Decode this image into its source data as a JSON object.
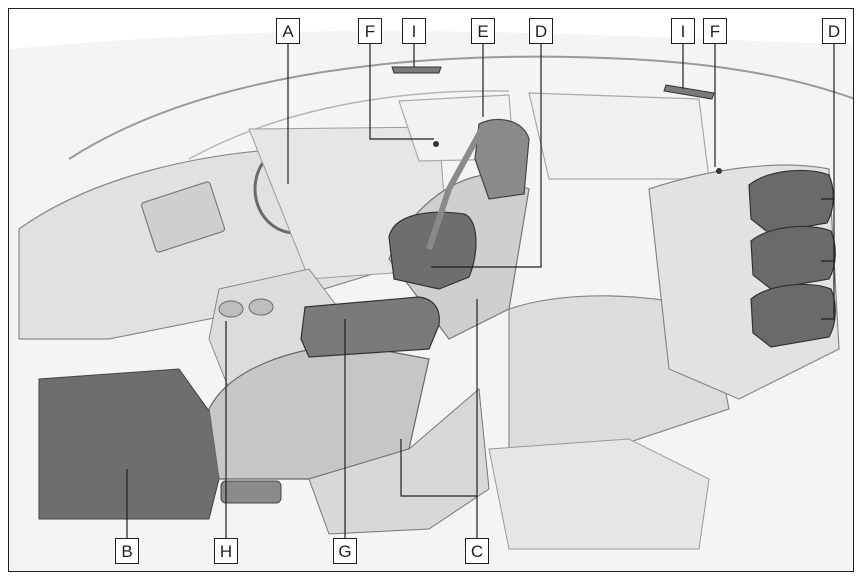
{
  "callouts": {
    "A": "A",
    "B": "B",
    "C": "C",
    "D": "D",
    "E": "E",
    "F": "F",
    "G": "G",
    "H": "H",
    "I": "I"
  },
  "colors": {
    "line": "#231f20",
    "interior_light": "#ebebeb",
    "interior_mid": "#cfcfcf",
    "highlight_part": "#6e6e6e"
  }
}
